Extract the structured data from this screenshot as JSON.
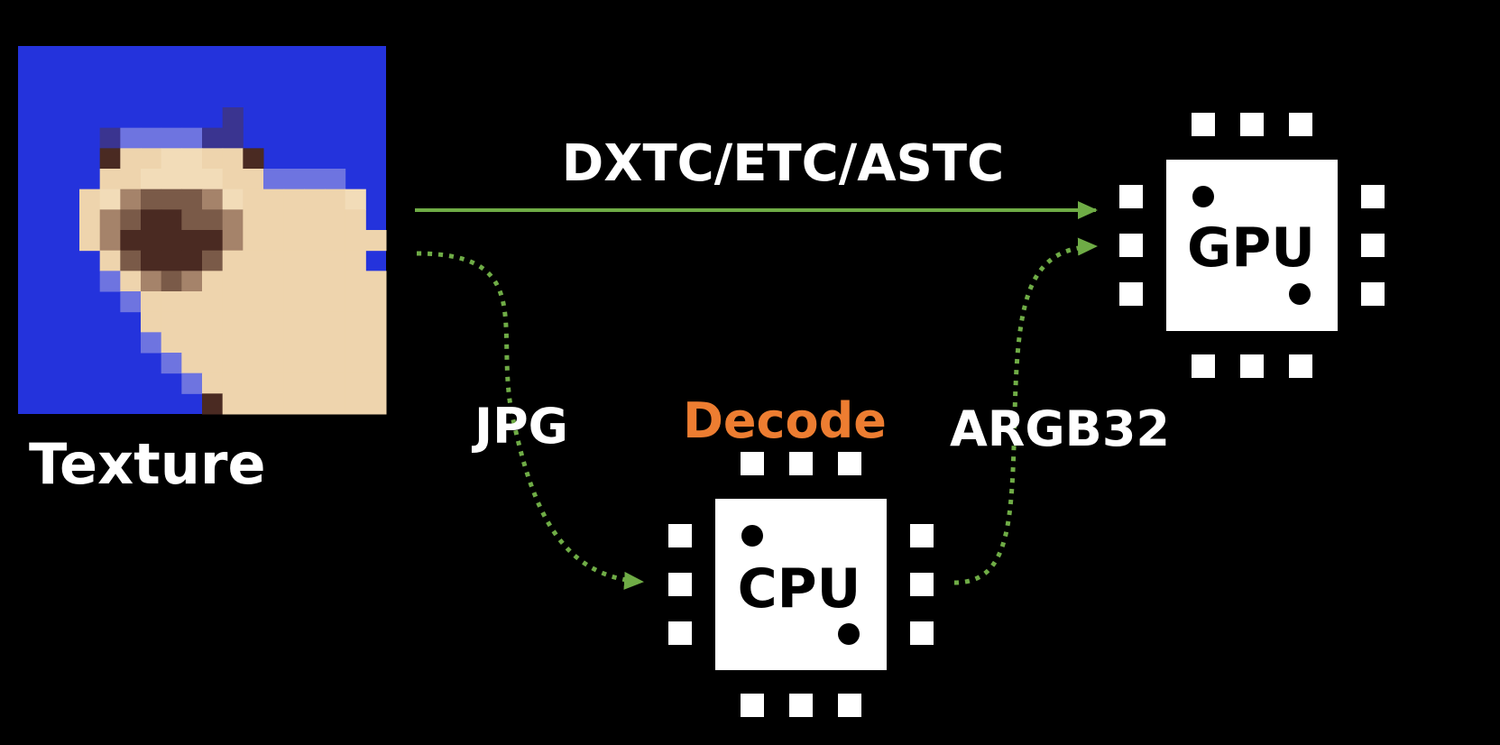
{
  "texture": {
    "label": "Texture",
    "icon": "pixelated-cat-image",
    "background_color": "#2433dc"
  },
  "paths": {
    "direct": {
      "label": "DXTC/ETC/ASTC",
      "style": "solid"
    },
    "to_cpu": {
      "label": "JPG",
      "style": "dotted"
    },
    "from_cpu": {
      "label": "ARGB32",
      "style": "dotted"
    }
  },
  "cpu": {
    "label": "CPU",
    "icon": "cpu-chip-icon",
    "caption": "Decode"
  },
  "gpu": {
    "label": "GPU",
    "icon": "gpu-chip-icon"
  },
  "colors": {
    "background": "#000000",
    "arrow": "#6fac46",
    "text": "#ffffff",
    "decode": "#ed7d31",
    "chip": "#ffffff",
    "chip_text": "#000000"
  }
}
